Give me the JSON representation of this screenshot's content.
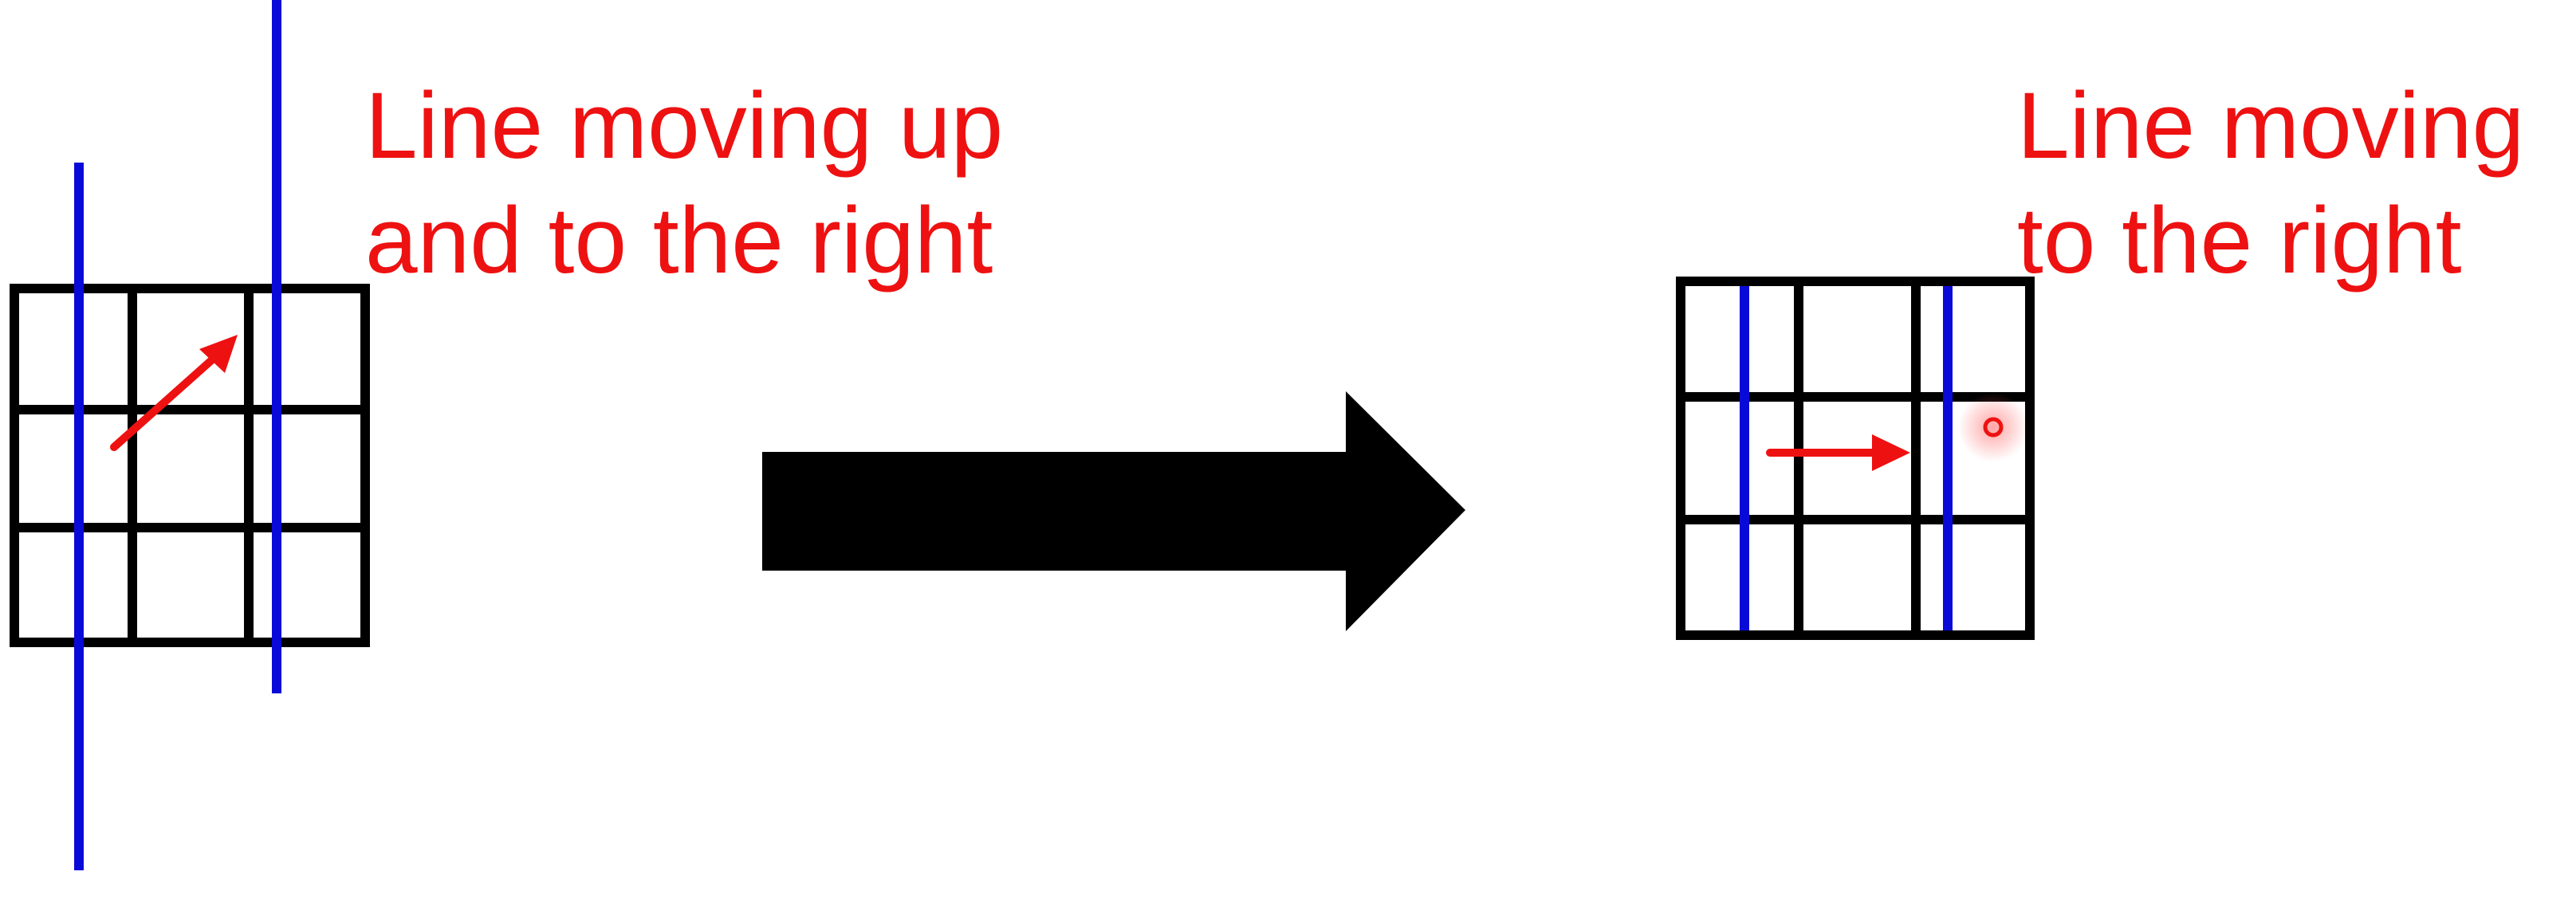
{
  "colors": {
    "background": "#ffffff",
    "grid": "#000000",
    "line": "#0a0ad8",
    "motion_arrow": "#ee1111",
    "caption": "#ee1111",
    "transition_arrow": "#000000"
  },
  "panels": [
    {
      "caption_lines": [
        "Line moving up",
        "and to the right"
      ],
      "grid": {
        "rows": 3,
        "cols": 3
      },
      "motion_direction": "up-right"
    },
    {
      "caption_lines": [
        "Line moving",
        "to the right"
      ],
      "grid": {
        "rows": 3,
        "cols": 3
      },
      "motion_direction": "right"
    }
  ],
  "icons": {
    "transition": "right-arrow-icon",
    "pointer": "cursor-dot-icon"
  }
}
